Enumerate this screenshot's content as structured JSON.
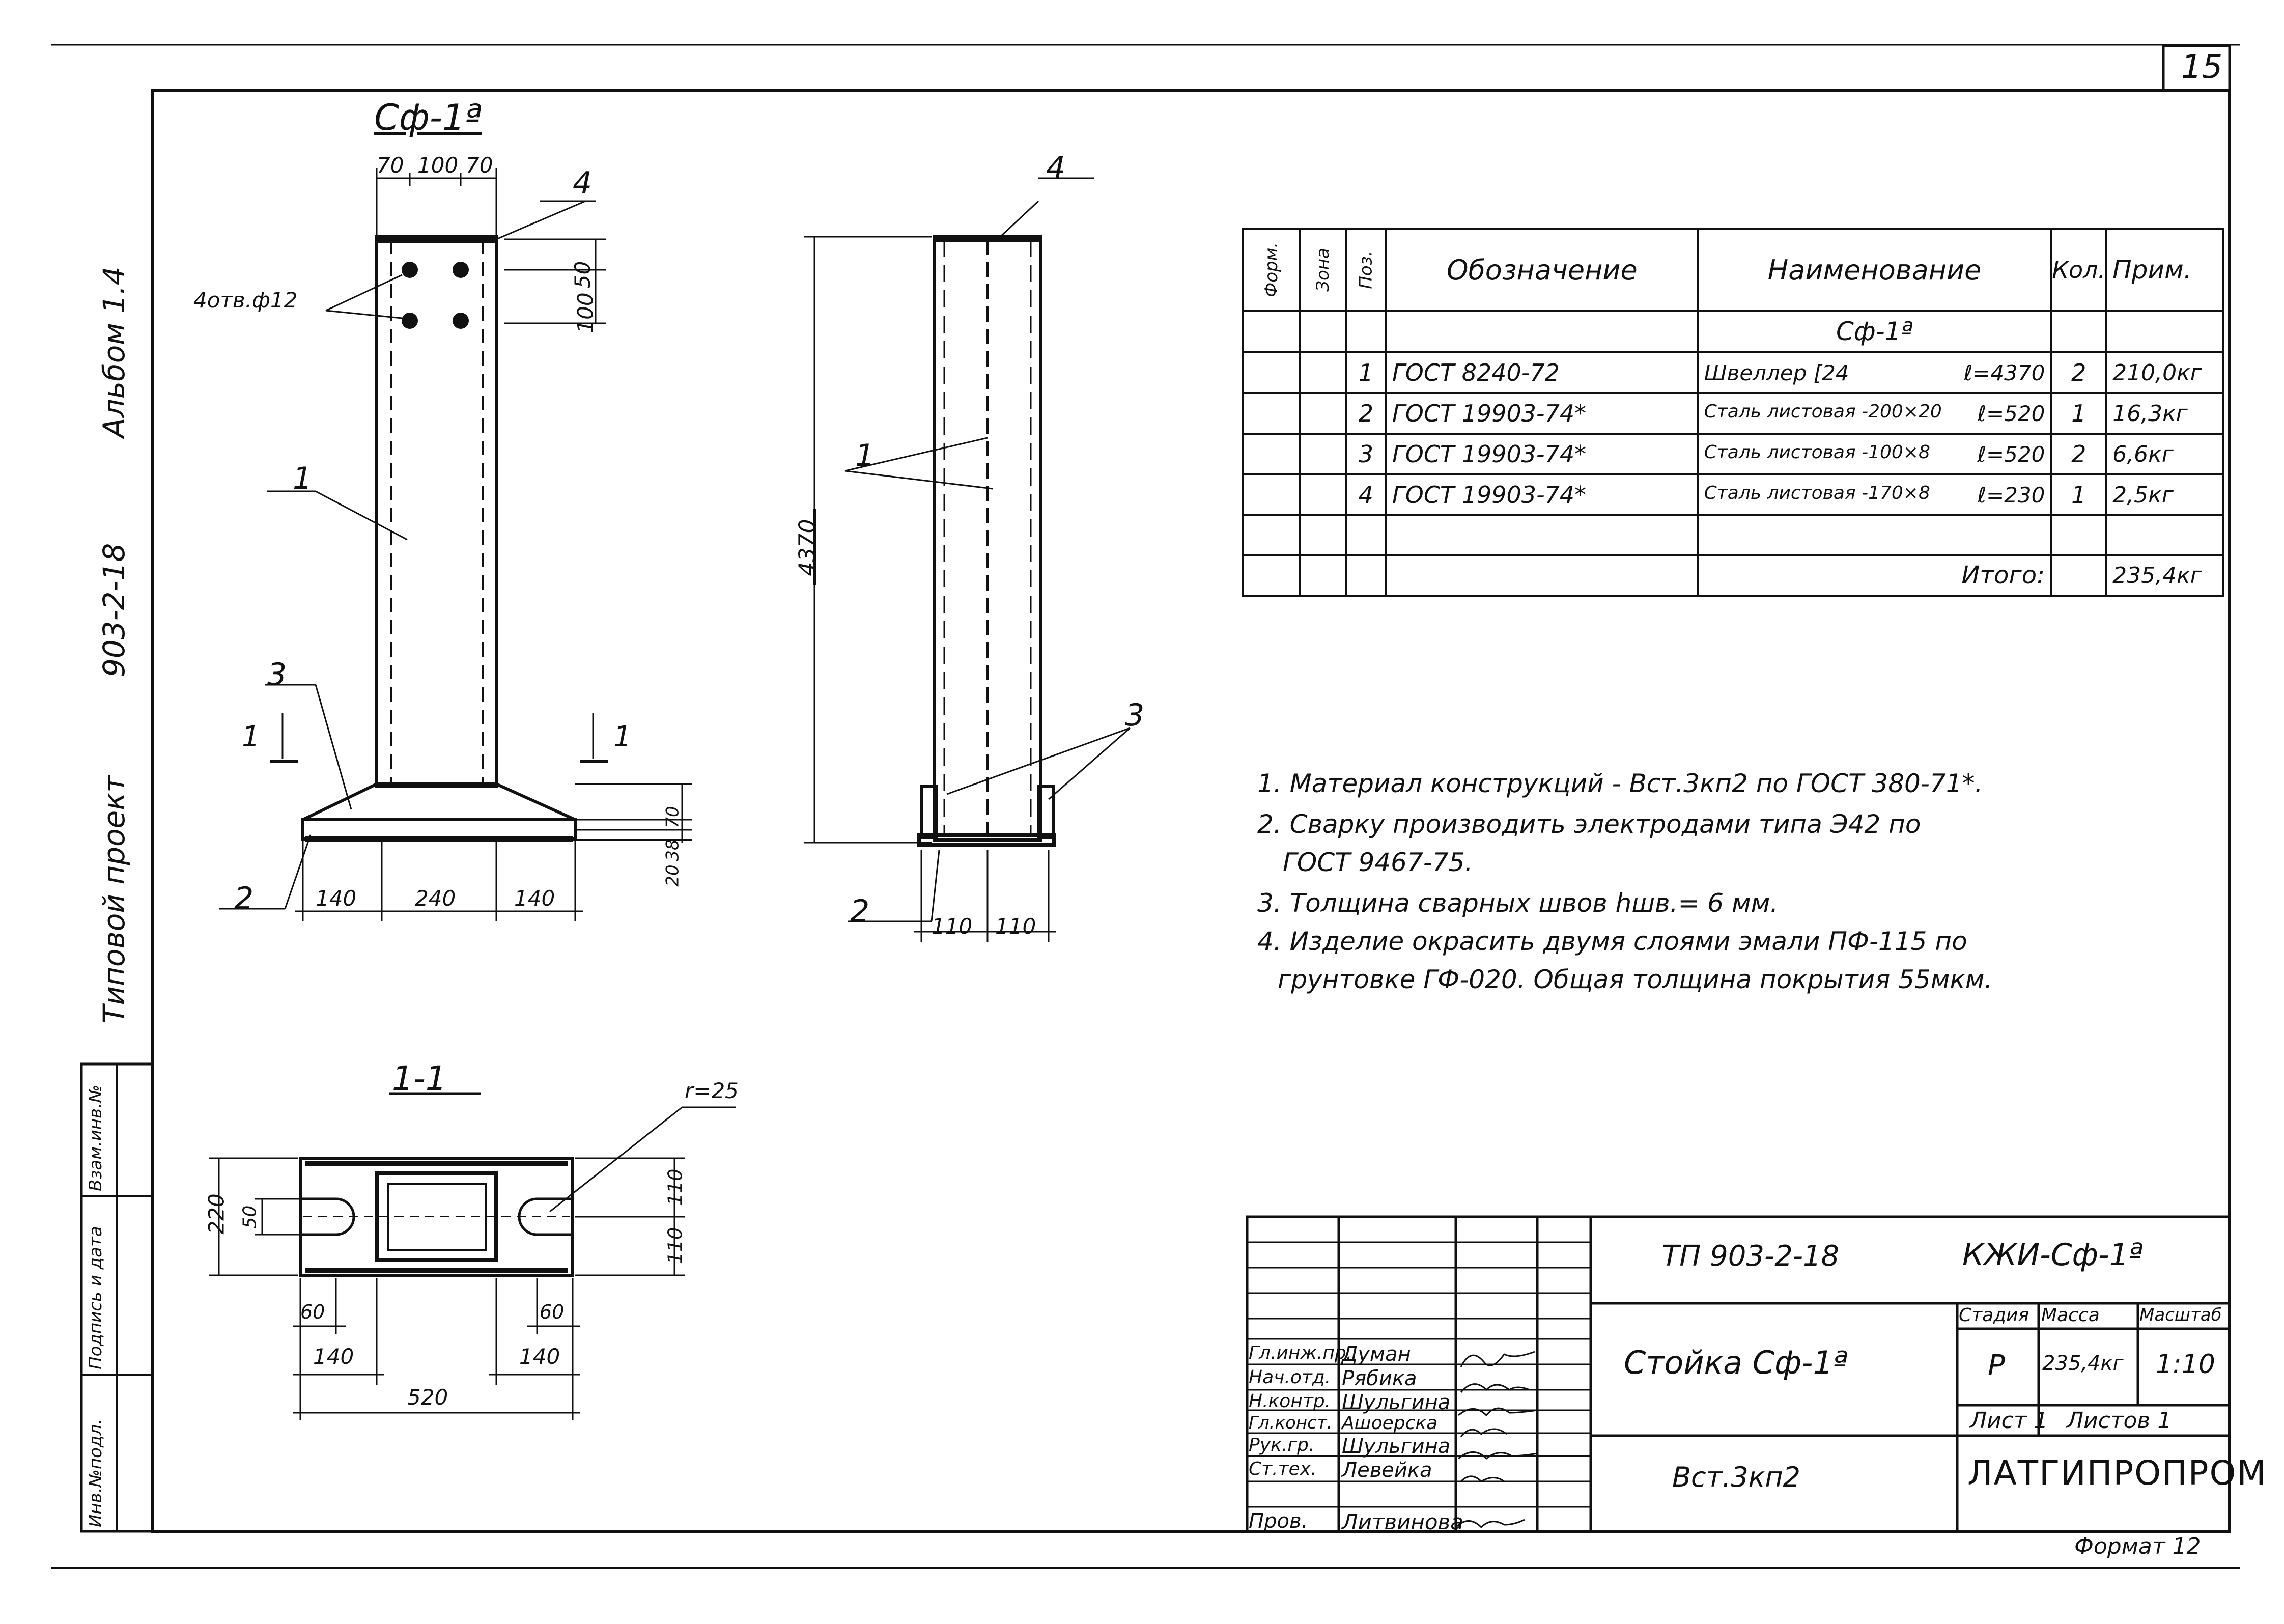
{
  "sheet_number": "15",
  "side_labels": {
    "album": "Альбом 1.4",
    "project": "903-2-18",
    "typical": "Типовой проект",
    "inv_vzam": "Взам.инв.№",
    "signature_date": "Подпись и дата",
    "inv_podl": "Инв.№подл."
  },
  "drawing": {
    "front_title": "Сф-1ª",
    "top_dims": [
      "70",
      "100",
      "70"
    ],
    "holes_label": "4отв.ф12",
    "side_dims": [
      "50",
      "100"
    ],
    "callouts": [
      "1",
      "2",
      "3",
      "4"
    ],
    "section_mark": "1",
    "base_dims": [
      "140",
      "240",
      "140"
    ],
    "base_height_dims": [
      "20",
      "38",
      "70"
    ],
    "side_height": "4370",
    "side_base_dims": [
      "110",
      "110"
    ],
    "section_title": "1-1",
    "radius": "r=25",
    "section_dims": {
      "left_height": "220",
      "slot": "50",
      "right_top": "110",
      "right_bottom": "110",
      "bottom_small_left": "60",
      "bottom_small_right": "60",
      "bottom_left": "140",
      "bottom_right": "140",
      "total": "520"
    }
  },
  "spec_table": {
    "headers": [
      "Форм.",
      "Зона",
      "Поз.",
      "Обозначение",
      "Наименование",
      "Кол.",
      "Прим."
    ],
    "group_title": "Сф-1ª",
    "rows": [
      {
        "pos": "1",
        "designation": "ГОСТ 8240-72",
        "name": "Швеллер [24",
        "length": "ℓ=4370",
        "qty": "2",
        "note": "210,0кг"
      },
      {
        "pos": "2",
        "designation": "ГОСТ 19903-74*",
        "name": "Сталь листовая -200×20",
        "length": "ℓ=520",
        "qty": "1",
        "note": "16,3кг"
      },
      {
        "pos": "3",
        "designation": "ГОСТ 19903-74*",
        "name": "Сталь листовая -100×8",
        "length": "ℓ=520",
        "qty": "2",
        "note": "6,6кг"
      },
      {
        "pos": "4",
        "designation": "ГОСТ 19903-74*",
        "name": "Сталь листовая -170×8",
        "length": "ℓ=230",
        "qty": "1",
        "note": "2,5кг"
      }
    ],
    "total_label": "Итого:",
    "total_value": "235,4кг"
  },
  "notes": [
    "1. Материал конструкций - Вст.3кп2 по ГОСТ 380-71*.",
    "2. Сварку производить электродами типа Э42 по",
    "ГОСТ 9467-75.",
    "3. Толщина сварных швов hшв.= 6 мм.",
    "4. Изделие окрасить двумя слоями эмали ПФ-115 по",
    "грунтовке ГФ-020. Общая толщина покрытия 55мкм."
  ],
  "title_block": {
    "project_code": "ТП 903-2-18",
    "doc_code": "КЖИ-Сф-1ª",
    "title": "Стойка Сф-1ª",
    "material": "Вст.3кп2",
    "stage_label": "Стадия",
    "mass_label": "Масса",
    "scale_label": "Масштаб",
    "stage": "Р",
    "mass": "235,4кг",
    "scale": "1:10",
    "sheet_label": "Лист 1",
    "sheets_label": "Листов 1",
    "organization": "ЛАТГИПРОПРОМ",
    "format": "Формат 12",
    "signers": [
      {
        "role": "Гл.инж.пр.",
        "name": "Думан"
      },
      {
        "role": "Нач.отд.",
        "name": "Рябика"
      },
      {
        "role": "Н.контр.",
        "name": "Шульгина"
      },
      {
        "role": "Гл.конст.",
        "name": "Ашоерска"
      },
      {
        "role": "Рук.гр.",
        "name": "Шульгина"
      },
      {
        "role": "Ст.тех.",
        "name": "Левейка"
      },
      {
        "role": "Пров.",
        "name": "Литвинова"
      }
    ]
  }
}
